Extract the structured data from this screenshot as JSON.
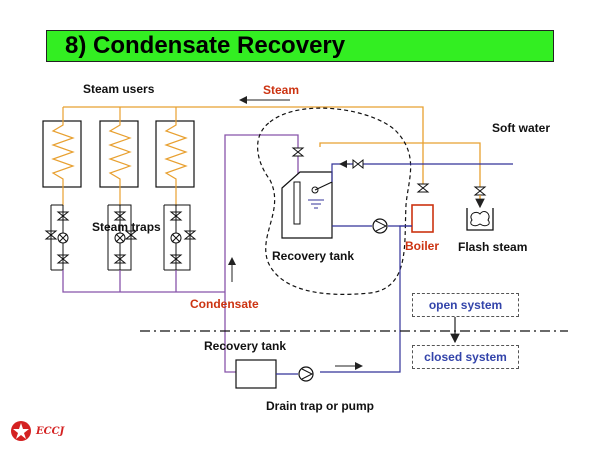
{
  "title": "8) Condensate Recovery",
  "labels": {
    "steam_users": "Steam users",
    "steam": "Steam",
    "soft_water": "Soft water",
    "steam_traps": "Steam traps",
    "recovery_tank_upper": "Recovery tank",
    "boiler": "Boiler",
    "flash_steam": "Flash steam",
    "condensate": "Condensate",
    "recovery_tank_lower": "Recovery tank",
    "drain_trap_or_pump": "Drain trap or pump"
  },
  "legend": {
    "open_system": "open system",
    "closed_system": "closed system"
  },
  "logo": {
    "text": "ECCJ",
    "icon": "eccj-logo-icon"
  },
  "colors": {
    "title_bg": "#33ee22",
    "steam_line": "#e8a030",
    "condensate_line": "#8855aa",
    "water_line": "#333399",
    "accent_red": "#cc3311",
    "legend_text": "#3344aa"
  }
}
